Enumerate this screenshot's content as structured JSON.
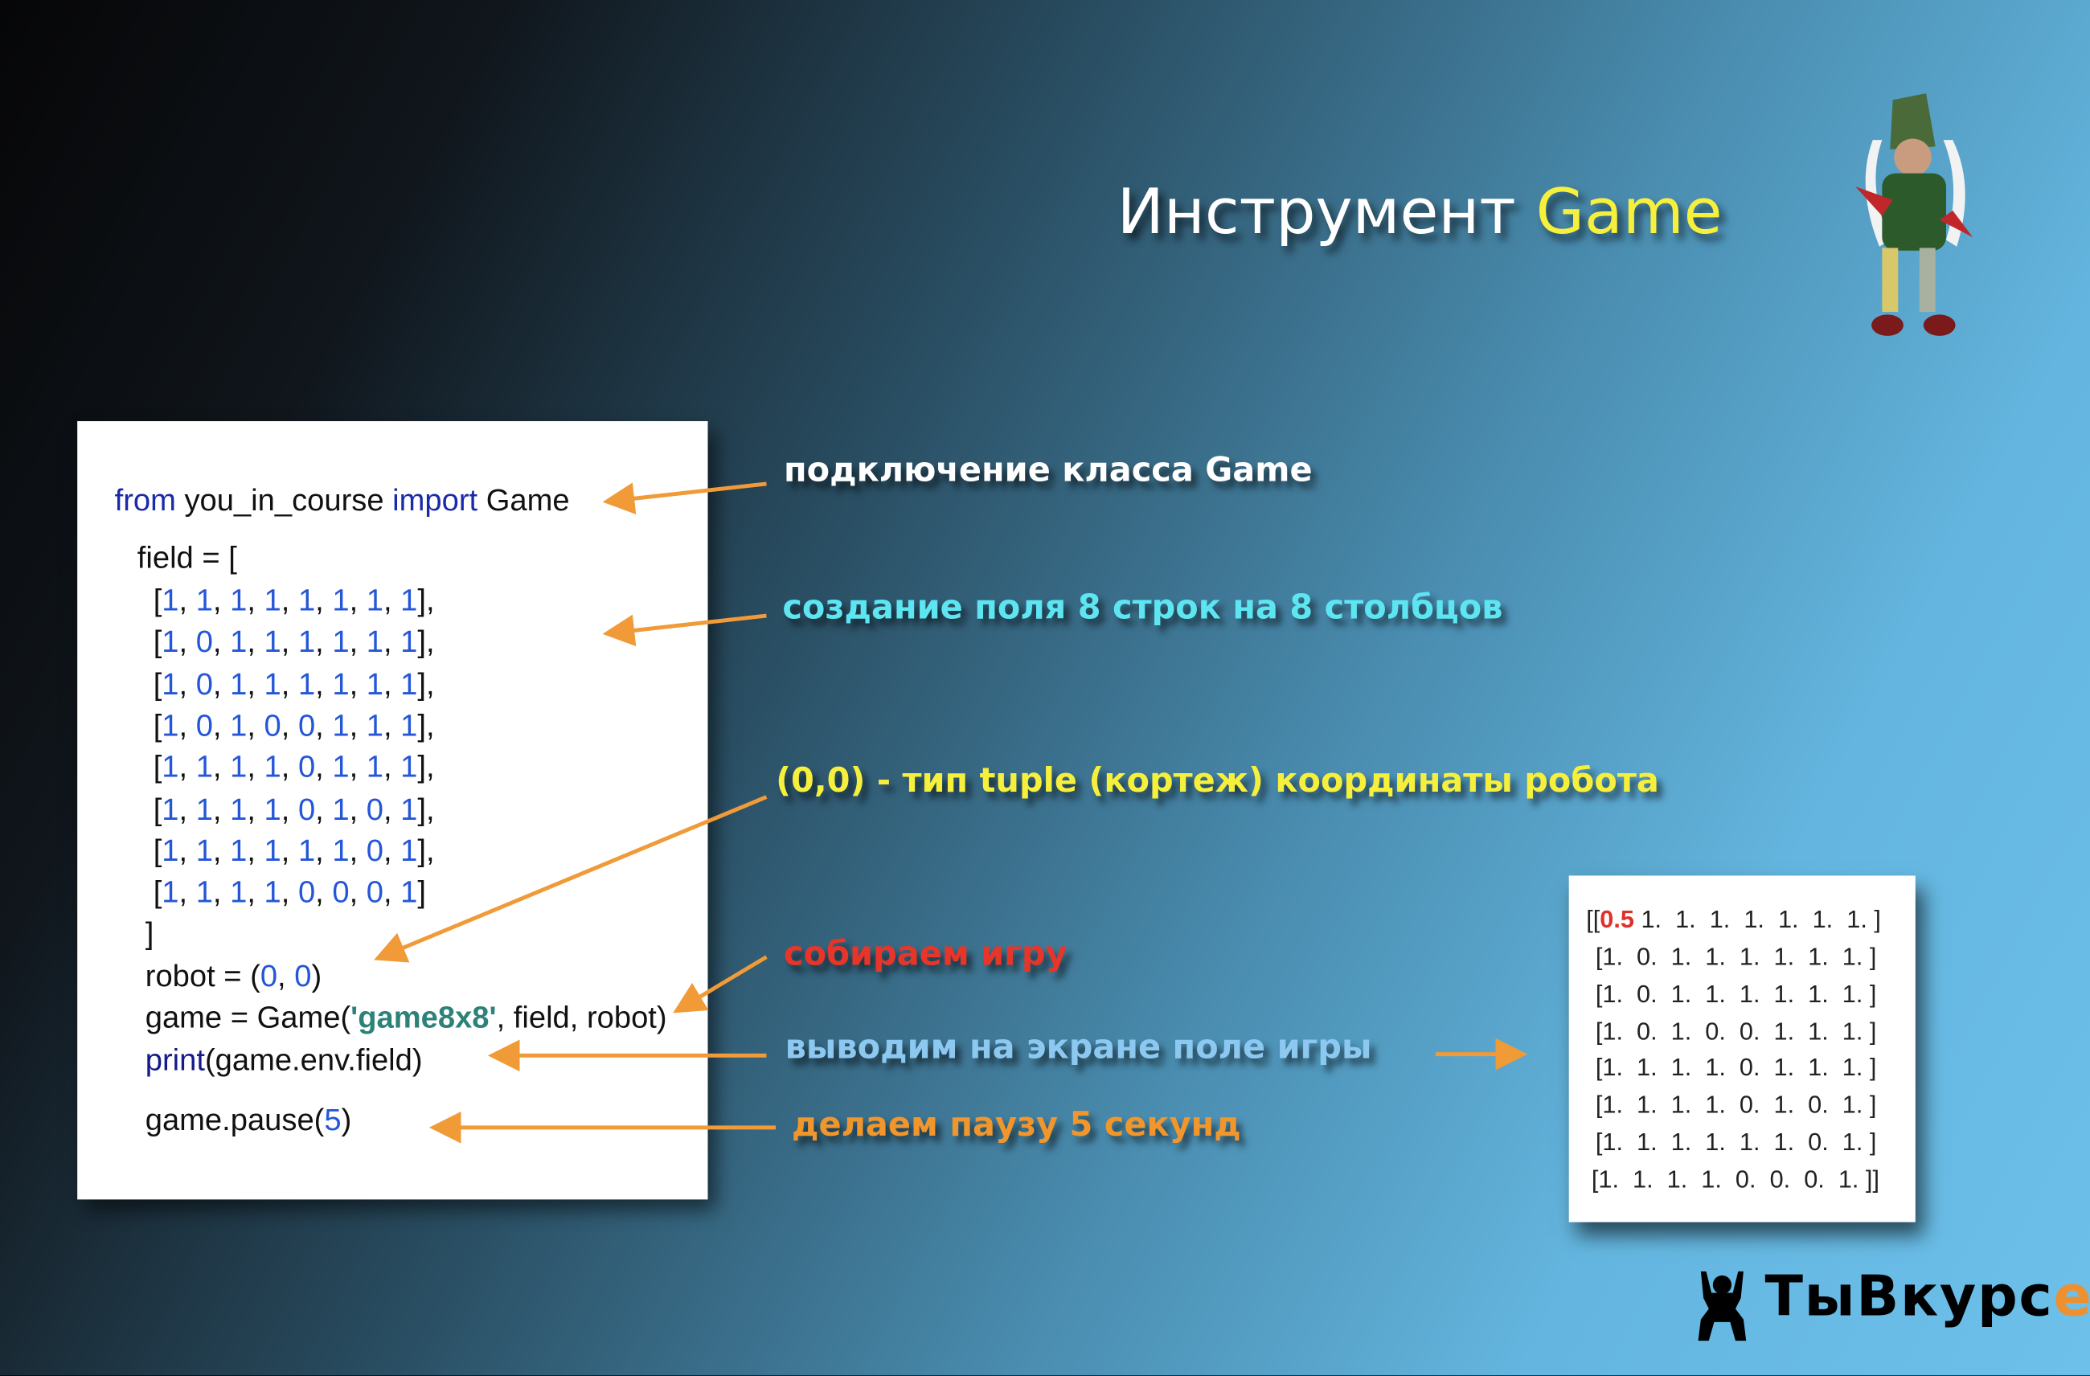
{
  "title": {
    "main": "Инструмент",
    "accent": "Game"
  },
  "code": {
    "import": {
      "from": "from",
      "module": " you_in_course ",
      "import": "import",
      "name": " Game"
    },
    "field_open": "field = [",
    "rows": [
      [
        1,
        1,
        1,
        1,
        1,
        1,
        1,
        1
      ],
      [
        1,
        0,
        1,
        1,
        1,
        1,
        1,
        1
      ],
      [
        1,
        0,
        1,
        1,
        1,
        1,
        1,
        1
      ],
      [
        1,
        0,
        1,
        0,
        0,
        1,
        1,
        1
      ],
      [
        1,
        1,
        1,
        1,
        0,
        1,
        1,
        1
      ],
      [
        1,
        1,
        1,
        1,
        0,
        1,
        0,
        1
      ],
      [
        1,
        1,
        1,
        1,
        1,
        1,
        0,
        1
      ],
      [
        1,
        1,
        1,
        1,
        0,
        0,
        0,
        1
      ]
    ],
    "field_close": "]",
    "robot": {
      "prefix": "robot = (",
      "x": "0",
      "sep": ", ",
      "y": "0",
      "suffix": ")"
    },
    "game": {
      "prefix": "game = Game(",
      "arg": "'game8x8'",
      "suffix": ", field, robot)"
    },
    "print": {
      "fn": "print",
      "rest": "(game.env.field)"
    },
    "pause": {
      "prefix": "game.pause(",
      "arg": "5",
      "suffix": ")"
    }
  },
  "annotations": {
    "import": "подключение класса Game",
    "field": "создание поля 8 строк на 8 столбцов",
    "robot": "(0,0) - тип tuple (кортеж) координаты робота",
    "game": "собираем игру",
    "print": "выводим на экране поле игры",
    "pause": "делаем паузу 5 секунд"
  },
  "output": {
    "first_prefix": "[[",
    "highlight": "0.5",
    "first_rest": " 1.  1.  1.  1.  1.  1.  1. ]",
    "lines": [
      "[1.  0.  1.  1.  1.  1.  1.  1. ]",
      "[1.  0.  1.  1.  1.  1.  1.  1. ]",
      "[1.  0.  1.  0.  0.  1.  1.  1. ]",
      "[1.  1.  1.  1.  0.  1.  1.  1. ]",
      "[1.  1.  1.  1.  0.  1.  0.  1. ]",
      "[1.  1.  1.  1.  1.  1.  0.  1. ]",
      "[1.  1.  1.  1.  0.  0.  0.  1. ]]"
    ]
  },
  "logo": {
    "text": "ТыВкурс",
    "accent": "е"
  },
  "colors": {
    "accent_yellow": "#f6f03c",
    "arrow": "#f09a38",
    "cyan": "#5de6f2",
    "red": "#e8352a",
    "blue": "#8cc8f0",
    "orange": "#f0962c"
  }
}
